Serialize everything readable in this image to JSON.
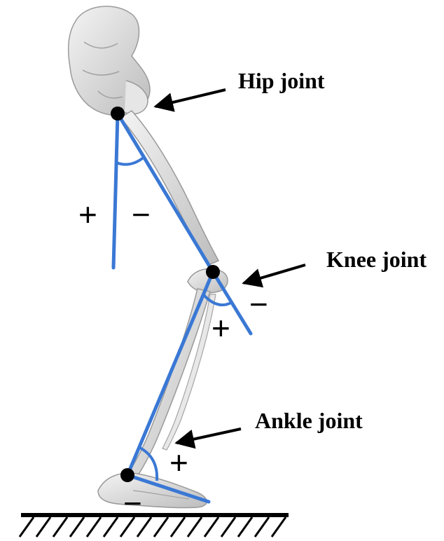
{
  "labels": {
    "hip": "Hip joint",
    "knee": "Knee joint",
    "ankle": "Ankle joint"
  },
  "signs": {
    "hip_plus": "+",
    "hip_minus": "−",
    "knee_plus": "+",
    "knee_minus": "−",
    "ankle_plus": "+",
    "ankle_minus": "−"
  },
  "colors": {
    "segment": "#3a78d4",
    "bone": "#dcdcdc",
    "bone_edge": "#9a9a9a",
    "joint": "#000000",
    "arrow": "#000000",
    "ground": "#000000"
  }
}
